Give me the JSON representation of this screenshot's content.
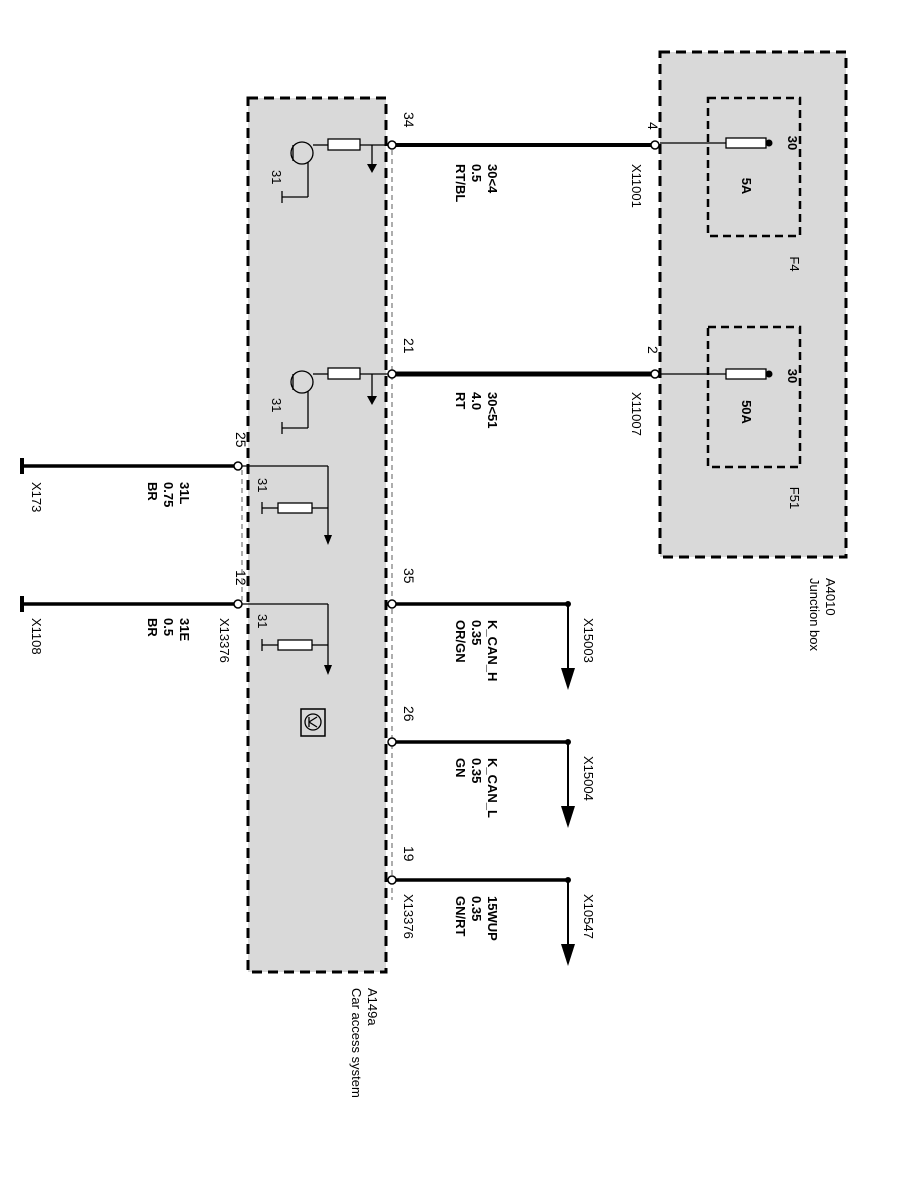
{
  "modules": {
    "junction_box": {
      "id": "A4010",
      "name": "Junction box"
    },
    "car_access": {
      "id": "A149a",
      "name": "Car access system"
    }
  },
  "fuses": [
    {
      "id": "F4",
      "pin": "30",
      "rating": "5A"
    },
    {
      "id": "F51",
      "pin": "30",
      "rating": "50A"
    }
  ],
  "power_wires": [
    {
      "cas_pin": "34",
      "jb_pin": "4",
      "jb_connector": "X11001",
      "signal": "30<4",
      "size": "0.5",
      "color": "RT/BL"
    },
    {
      "cas_pin": "21",
      "jb_pin": "2",
      "jb_connector": "X11007",
      "signal": "30<51",
      "size": "4.0",
      "color": "RT"
    }
  ],
  "ground_wires": [
    {
      "pin": "25",
      "signal": "31L",
      "size": "0.75",
      "color": "BR",
      "ground_point": "X173",
      "internal_label": "31"
    },
    {
      "pin": "12",
      "signal": "31E",
      "size": "0.5",
      "color": "BR",
      "ground_point": "X1108",
      "connector": "X13376",
      "internal_label": "31"
    }
  ],
  "output_wires": [
    {
      "pin": "35",
      "signal": "K_CAN_H",
      "size": "0.35",
      "color": "OR/GN",
      "connector": "X15003"
    },
    {
      "pin": "26",
      "signal": "K_CAN_L",
      "size": "0.35",
      "color": "GN",
      "connector": "X15004"
    },
    {
      "pin": "19",
      "signal": "15WUP",
      "size": "0.35",
      "color": "GN/RT",
      "connector": "X10547",
      "cas_connector": "X13376"
    }
  ],
  "transistor_ground_label": "31"
}
